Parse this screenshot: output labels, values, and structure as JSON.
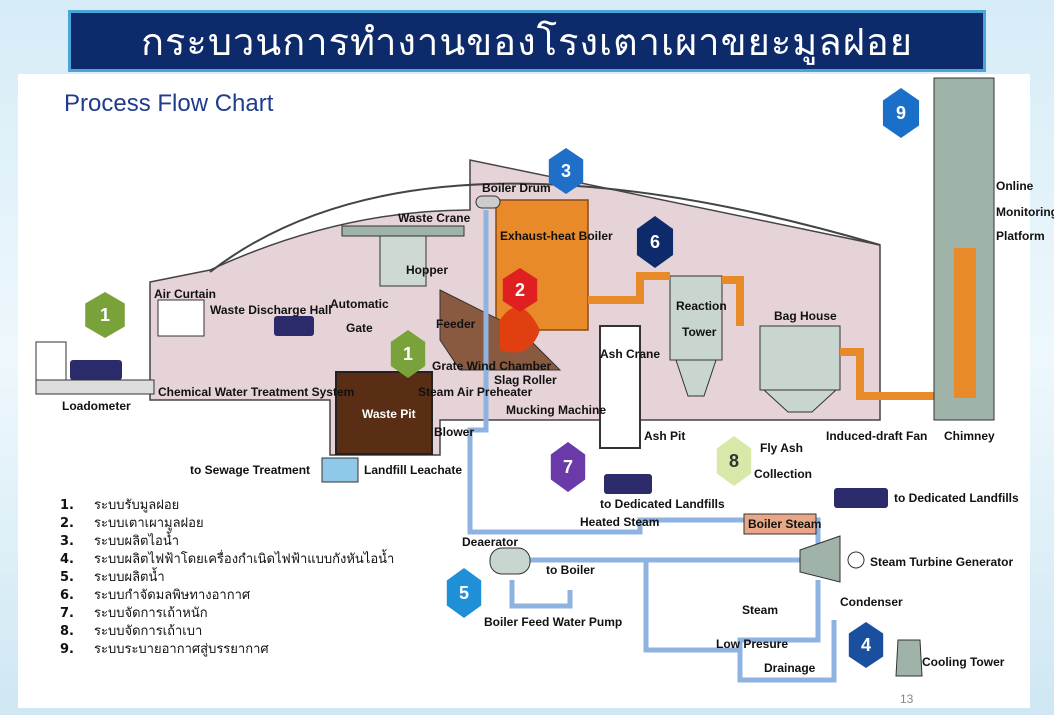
{
  "title": "กระบวนการทำงานของโรงเตาเผาขยะมูลฝอย",
  "subtitle": "Process Flow Chart",
  "page_number": "13",
  "labels": {
    "loadometer": "Loadometer",
    "air_curtain": "Air Curtain",
    "waste_discharge_hall": "Waste Discharge Hall",
    "automatic_gate_1": "Automatic",
    "automatic_gate_2": "Gate",
    "chemical_water": "Chemical Water Treatment System",
    "waste_pit": "Waste Pit",
    "waste_crane": "Waste Crane",
    "hopper": "Hopper",
    "feeder": "Feeder",
    "grate_wind_chamber": "Grate Wind Chamber",
    "slag_roller": "Slag Roller",
    "steam_air_preheater": "Steam Air Preheater",
    "blower": "Blower",
    "mucking_machine": "Mucking Machine",
    "boiler_drum": "Boiler Drum",
    "exhaust_heat_boiler": "Exhaust-heat Boiler",
    "ash_crane": "Ash Crane",
    "ash_pit": "Ash Pit",
    "reaction_tower_1": "Reaction",
    "reaction_tower_2": "Tower",
    "bag_house": "Bag House",
    "induced_draft_fan": "Induced-draft Fan",
    "chimney": "Chimney",
    "online_1": "Online",
    "online_2": "Monitoring",
    "online_3": "Platform",
    "fly_ash_1": "Fly Ash",
    "fly_ash_2": "Collection",
    "to_dedicated_landfills_1": "to Dedicated Landfills",
    "to_dedicated_landfills_2": "to Dedicated Landfills",
    "to_sewage": "to Sewage Treatment",
    "landfill_leachate": "Landfill Leachate",
    "heated_steam": "Heated Steam",
    "boiler_steam": "Boiler Steam",
    "deaerator": "Deaerator",
    "to_boiler": "to Boiler",
    "boiler_feed_water_pump": "Boiler Feed Water Pump",
    "steam_turbine_generator": "Steam Turbine Generator",
    "steam": "Steam",
    "condenser": "Condenser",
    "low_presure": "Low Presure",
    "drainage": "Drainage",
    "cooling_tower": "Cooling Tower"
  },
  "markers": [
    {
      "num": "1",
      "color": "#7aa23a"
    },
    {
      "num": "1",
      "color": "#7aa23a"
    },
    {
      "num": "2",
      "color": "#e02020"
    },
    {
      "num": "3",
      "color": "#1f6fc8"
    },
    {
      "num": "4",
      "color": "#1a4fa0"
    },
    {
      "num": "5",
      "color": "#1f8fd8"
    },
    {
      "num": "6",
      "color": "#0d2a6b"
    },
    {
      "num": "7",
      "color": "#6a3aa8"
    },
    {
      "num": "8",
      "color": "#d8e8a8"
    },
    {
      "num": "9",
      "color": "#1a6fc8"
    }
  ],
  "legend": [
    {
      "num": "1.",
      "text": "ระบบรับมูลฝอย"
    },
    {
      "num": "2.",
      "text": "ระบบเตาเผามูลฝอย"
    },
    {
      "num": "3.",
      "text": "ระบบผลิตไอน้ำ"
    },
    {
      "num": "4.",
      "text": "ระบบผลิตไฟฟ้าโดยเครื่องกำเนิดไฟฟ้าแบบกังหันไอน้ำ"
    },
    {
      "num": "5.",
      "text": "ระบบผลิตน้ำ"
    },
    {
      "num": "6.",
      "text": "ระบบกำจัดมลพิษทางอากาศ"
    },
    {
      "num": "7.",
      "text": "ระบบจัดการเถ้าหนัก"
    },
    {
      "num": "8.",
      "text": "ระบบจัดการเถ้าเบา"
    },
    {
      "num": "9.",
      "text": "ระบบระบายอากาศสู่บรรยากาศ"
    }
  ],
  "colors": {
    "building": "#e6d3d8",
    "orange": "#e8892a",
    "steam_line": "#8fb3e0",
    "navy": "#0d2a6b"
  }
}
